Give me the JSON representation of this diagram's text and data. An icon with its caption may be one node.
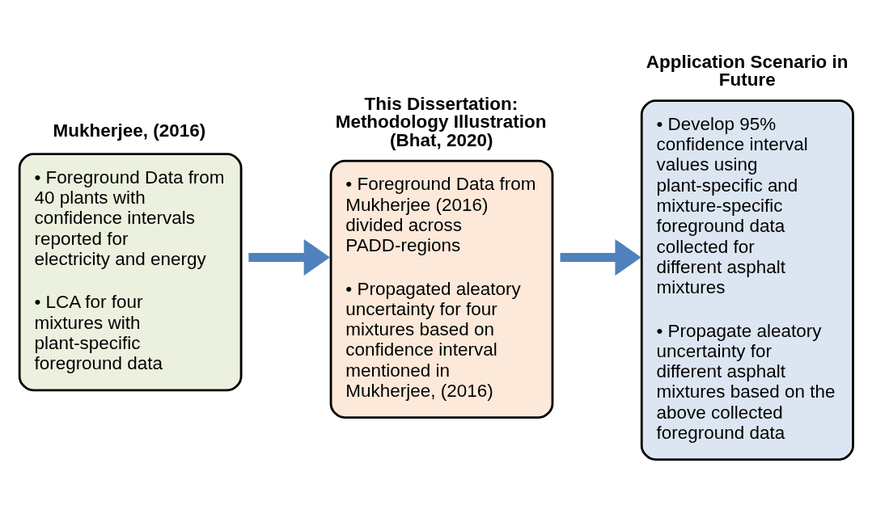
{
  "diagram": {
    "nodes": [
      {
        "text": [
          "Mukherjee, (2016)",
          "• Foreground Data from 40 plants with confidence intervals reported for electricity and energy",
          "• LCA for four mixtures with plant-specific foreground data"
        ]
      },
      {
        "text": [
          "This Dissertation: Methodology Illustration (Bhat, 2020)",
          "• Foreground Data from Mukherjee (2016) divided across PADD-regions",
          "• Propagated aleatory uncertainty for four mixtures based on confidence interval mentioned in Mukherjee, (2016)"
        ]
      },
      {
        "text": [
          "Application Scenario in Future",
          "• Develop 95% confidence interval values using plant-specific and mixture-specific foreground data collected for different asphalt mixtures",
          "• Propagate aleatory uncertainty for different asphalt mixtures based on the above collected foreground data"
        ]
      }
    ],
    "edges": [
      {
        "from": 0,
        "to": 1,
        "arrow": "to"
      },
      {
        "from": 1,
        "to": 2,
        "arrow": "to"
      }
    ]
  }
}
